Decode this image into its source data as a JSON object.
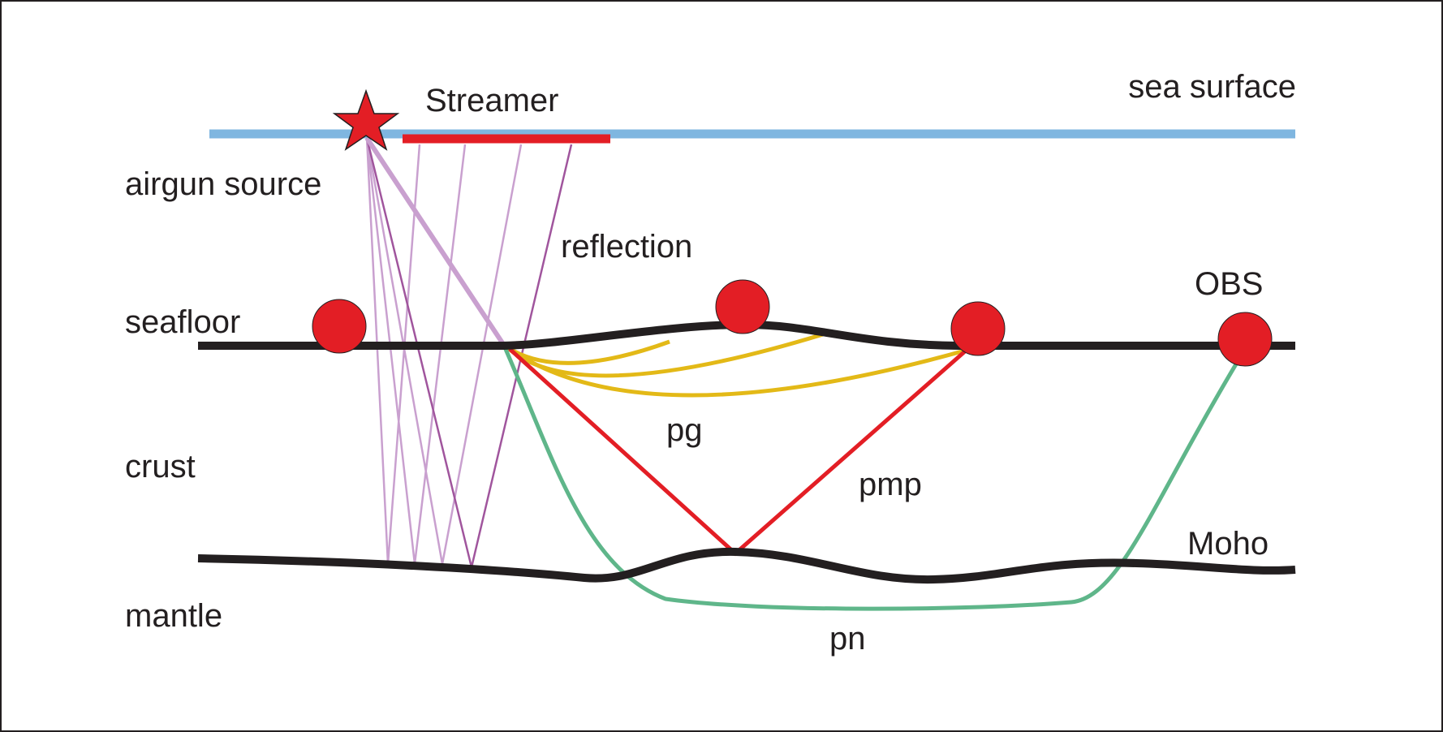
{
  "labels": {
    "sea_surface": "sea surface",
    "streamer": "Streamer",
    "airgun_source": "airgun source",
    "reflection": "reflection",
    "seafloor": "seafloor",
    "obs": "OBS",
    "crust": "crust",
    "pg": "pg",
    "pmp": "pmp",
    "moho": "Moho",
    "mantle": "mantle",
    "pn": "pn"
  },
  "colors": {
    "sea_surface": "#7fb6e0",
    "streamer": "#e31e25",
    "source_star": "#e31e25",
    "obs": "#e31e25",
    "interface": "#231f20",
    "reflection_rays": "#c9a0cf",
    "reflection_rays_dark": "#a0559d",
    "pg": "#e3b917",
    "pmp": "#e31e25",
    "pn": "#5fb68a",
    "frame": "#231f20"
  },
  "icons": {
    "source": "star-icon",
    "receiver": "obs-circle-icon"
  }
}
